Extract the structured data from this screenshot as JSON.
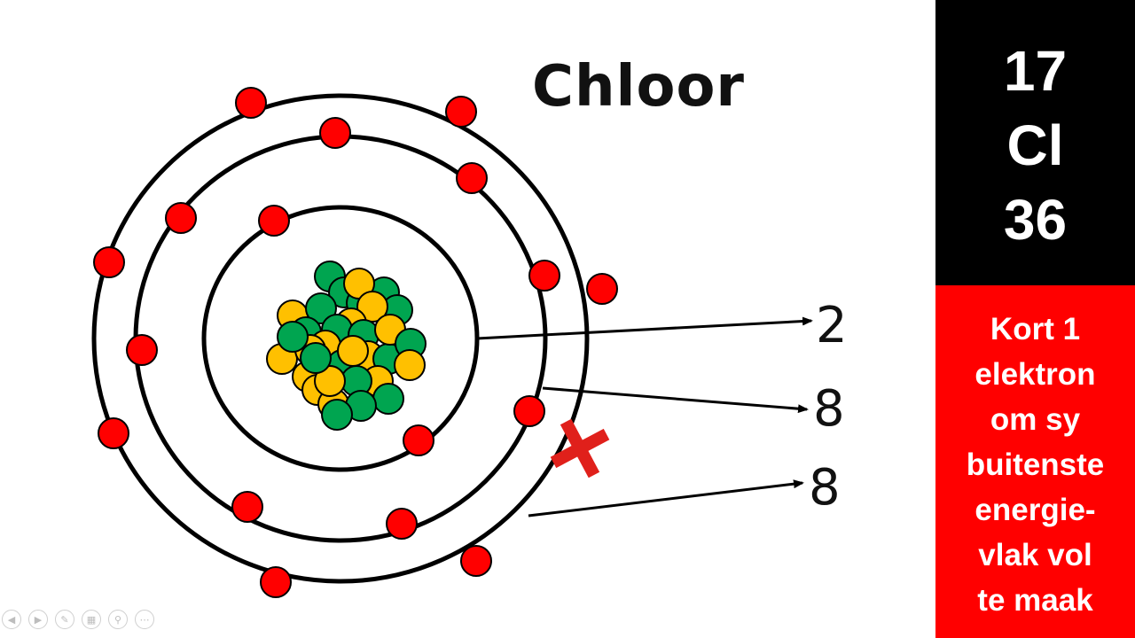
{
  "title": "Chloor",
  "shell_counts": [
    "2",
    "8",
    "8"
  ],
  "element": {
    "atomic_number": "17",
    "symbol": "Cl",
    "mass_number": "36"
  },
  "note": "Kort 1\nelektron\nom sy\nbuitenste\nenergie-\nvlak vol\nte maak",
  "shells": [
    {
      "electrons": 2
    },
    {
      "electrons": 8
    },
    {
      "electrons": 7
    }
  ],
  "nucleus": {
    "protons": 17,
    "neutrons": 19
  },
  "missing_electron_marker": "x-mark",
  "colors": {
    "electron": "#ff0000",
    "proton": "#00a550",
    "neutron": "#ffc000",
    "marker": "#e0201b",
    "panel_top": "#000000",
    "panel_bottom": "#ff0000"
  },
  "icons": [
    "previous-icon",
    "next-icon",
    "pen-icon",
    "slides-icon",
    "zoom-icon",
    "more-icon"
  ]
}
